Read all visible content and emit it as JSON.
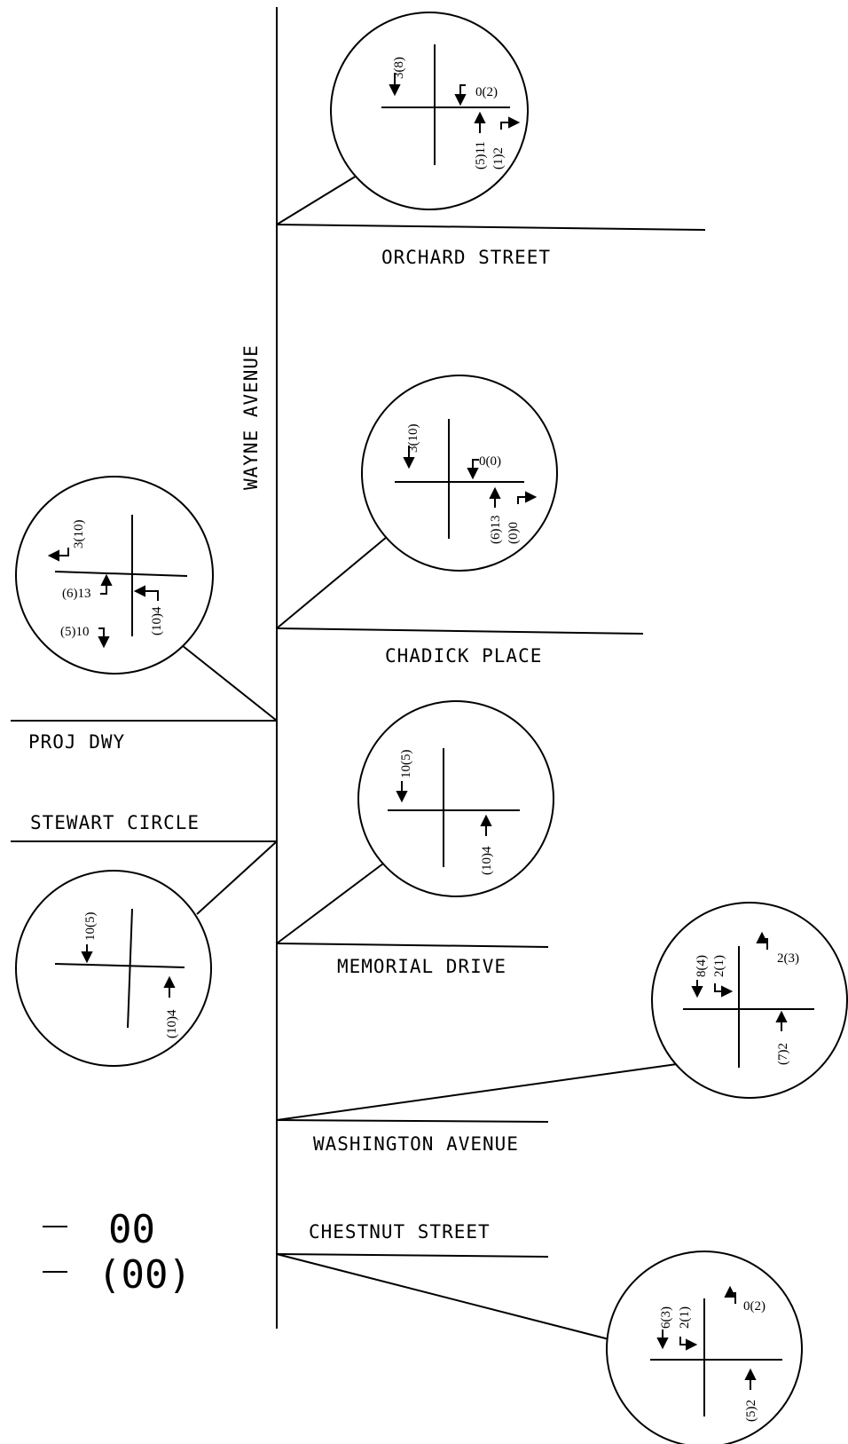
{
  "main_road": {
    "label": "WAYNE AVENUE"
  },
  "streets": {
    "orchard": "ORCHARD STREET",
    "chadick": "CHADICK PLACE",
    "proj_dwy": "PROJ DWY",
    "stewart": "STEWART CIRCLE",
    "memorial": "MEMORIAL DRIVE",
    "washington": "WASHINGTON AVENUE",
    "chestnut": "CHESTNUT STREET"
  },
  "intersections": {
    "orchard": {
      "sb_through": "3(8)",
      "eb_left": "0(2)",
      "nb_through": "(5)11",
      "nb_right": "(1)2"
    },
    "chadick": {
      "sb_through": "3(10)",
      "eb_left": "0(0)",
      "nb_through": "(6)13",
      "nb_right": "(0)0"
    },
    "proj_dwy": {
      "wb_left": "3(10)",
      "nb_right": "(6)13",
      "nb_through": "(10)4",
      "sb_left": "(5)10"
    },
    "memorial": {
      "sb_through": "10(5)",
      "nb_through": "(10)4"
    },
    "stewart": {
      "sb_through": "10(5)",
      "nb_through": "(10)4"
    },
    "washington": {
      "sb_through": "8(4)",
      "sb_left": "2(1)",
      "wb_right": "2(3)",
      "nb_through": "(7)2"
    },
    "chestnut": {
      "sb_through": "6(3)",
      "sb_left": "2(1)",
      "wb_right": "0(2)",
      "nb_through": "(5)2"
    }
  },
  "legend": {
    "am_label": "00",
    "pm_label": "(00)"
  }
}
